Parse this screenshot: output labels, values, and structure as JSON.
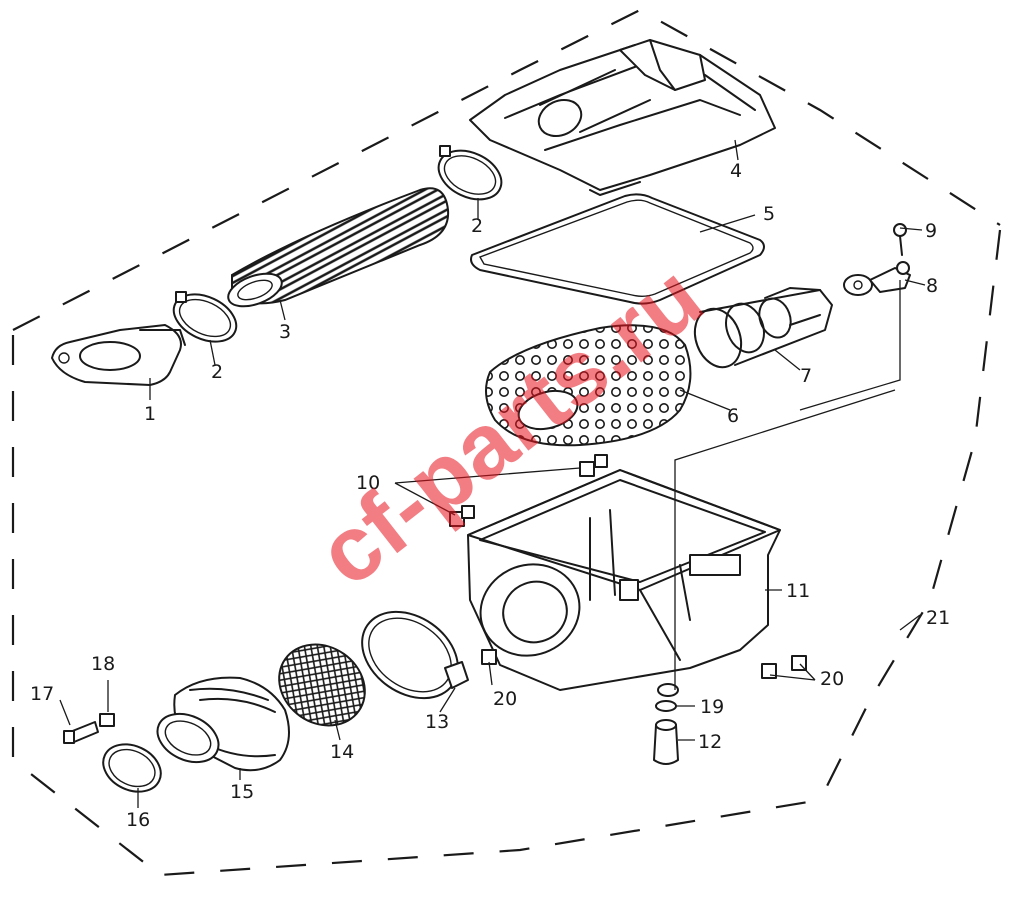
{
  "watermark": "cf-parts.ru",
  "labels": {
    "l1": "1",
    "l2a": "2",
    "l2b": "2",
    "l3": "3",
    "l4": "4",
    "l5": "5",
    "l6": "6",
    "l7": "7",
    "l8": "8",
    "l9": "9",
    "l10": "10",
    "l11": "11",
    "l12": "12",
    "l13": "13",
    "l14": "14",
    "l15": "15",
    "l16": "16",
    "l17": "17",
    "l18": "18",
    "l19": "19",
    "l20a": "20",
    "l20b": "20",
    "l21": "21"
  }
}
